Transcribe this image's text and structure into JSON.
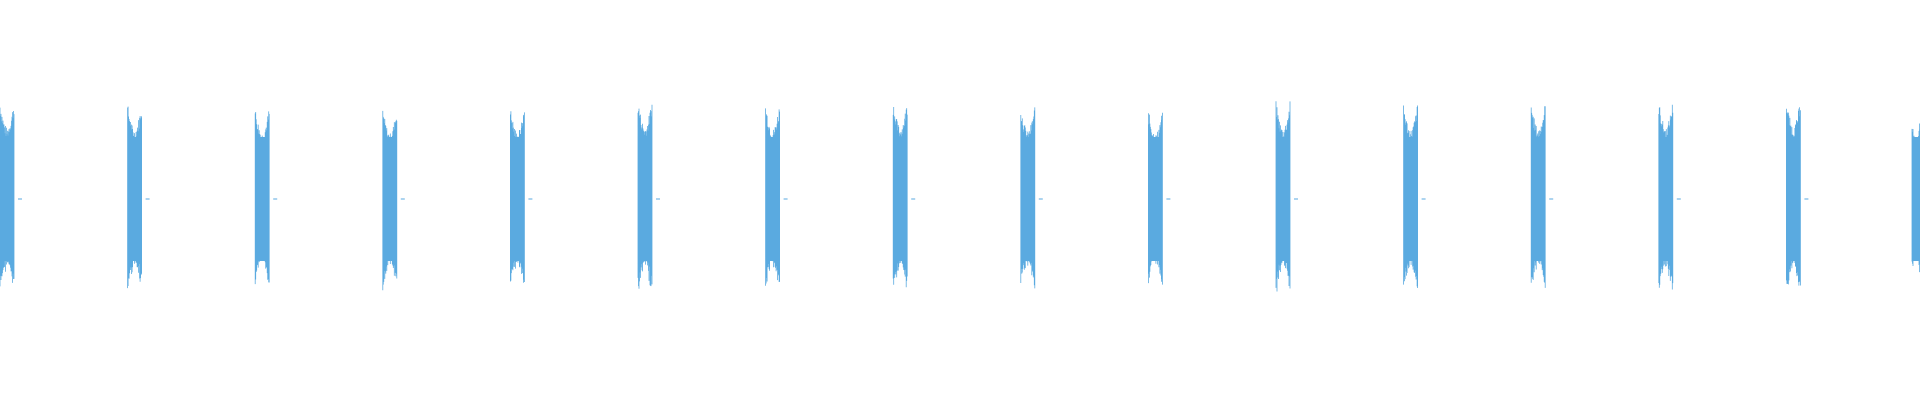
{
  "waveform": {
    "color": "#5aaae0",
    "background": "#ffffff",
    "burst_count": 16,
    "bursts": [
      {
        "index": 1,
        "peak_top": 0.99,
        "peak_bottom": 0.99,
        "partial": true
      },
      {
        "index": 2,
        "peak_top": 0.96,
        "peak_bottom": 0.97
      },
      {
        "index": 3,
        "peak_top": 0.92,
        "peak_bottom": 0.93
      },
      {
        "index": 4,
        "peak_top": 0.91,
        "peak_bottom": 0.95
      },
      {
        "index": 5,
        "peak_top": 0.92,
        "peak_bottom": 0.94
      },
      {
        "index": 6,
        "peak_top": 1.0,
        "peak_bottom": 1.0
      },
      {
        "index": 7,
        "peak_top": 0.96,
        "peak_bottom": 0.98
      },
      {
        "index": 8,
        "peak_top": 0.99,
        "peak_bottom": 0.99
      },
      {
        "index": 9,
        "peak_top": 0.94,
        "peak_bottom": 0.94
      },
      {
        "index": 10,
        "peak_top": 0.9,
        "peak_bottom": 0.92
      },
      {
        "index": 11,
        "peak_top": 0.98,
        "peak_bottom": 0.99
      },
      {
        "index": 12,
        "peak_top": 0.96,
        "peak_bottom": 0.97
      },
      {
        "index": 13,
        "peak_top": 0.97,
        "peak_bottom": 0.96
      },
      {
        "index": 14,
        "peak_top": 0.99,
        "peak_bottom": 0.99
      },
      {
        "index": 15,
        "peak_top": 1.0,
        "peak_bottom": 1.0
      },
      {
        "index": 16,
        "peak_top": 0.81,
        "peak_bottom": 0.8,
        "partial": true
      }
    ]
  }
}
